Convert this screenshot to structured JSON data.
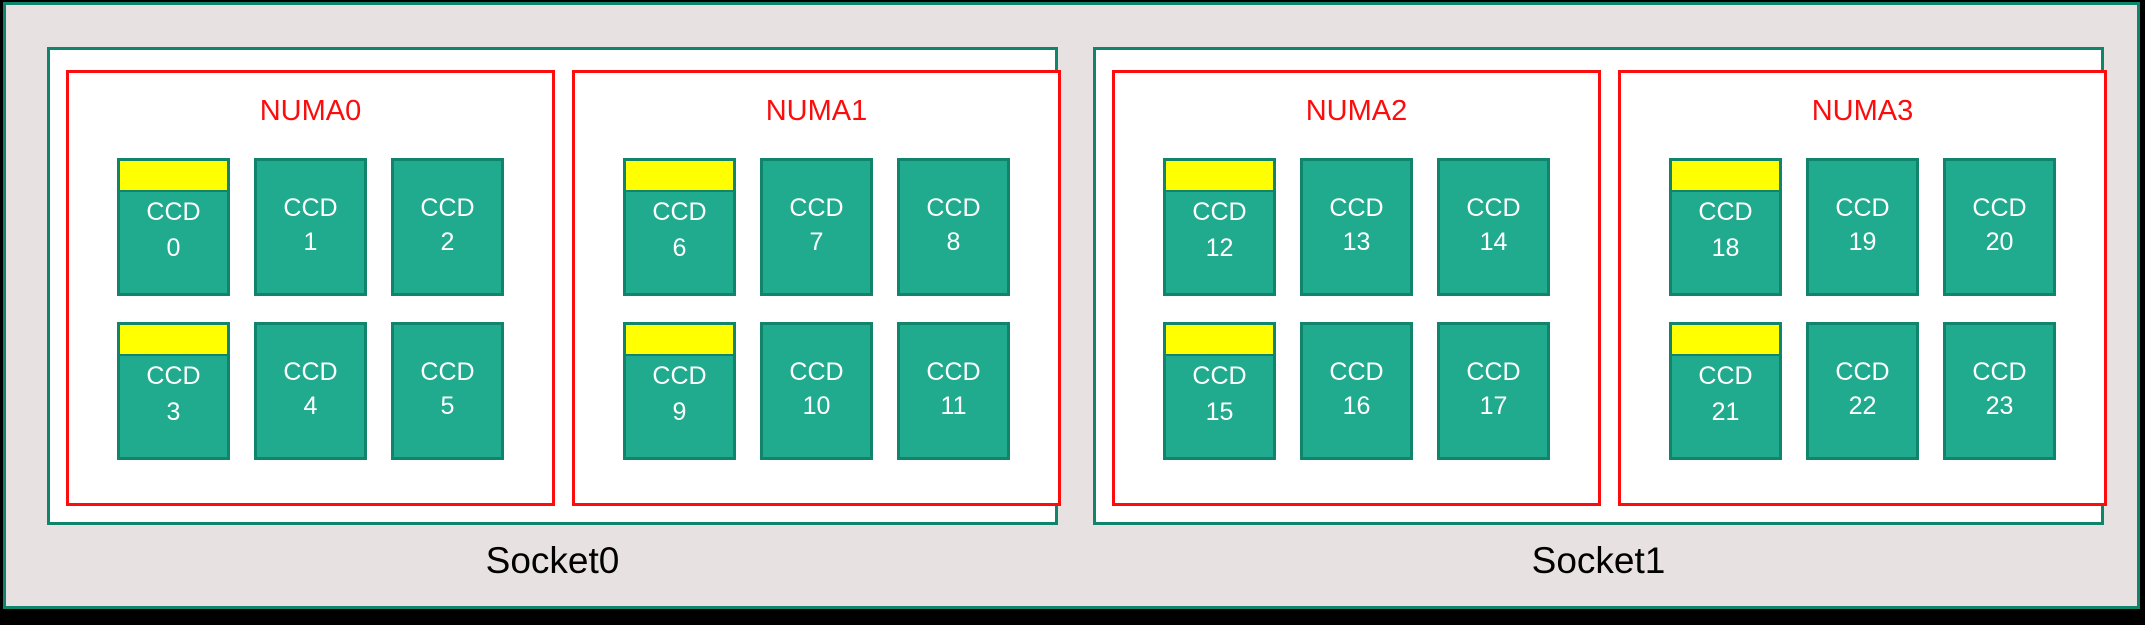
{
  "colors": {
    "canvas": "#e7e2e1",
    "frame_border": "#11856c",
    "socket_border": "#11856c",
    "numa_border": "#fc0d0d",
    "ccd_fill": "#21ab8e",
    "ccd_border": "#11856c",
    "ccd_highlight": "#ffff00",
    "ccd_text": "#ffffff",
    "numa_label": "#fc0d0d",
    "socket_label": "#000000",
    "page_background": "#000000"
  },
  "sockets": [
    {
      "label": "Socket0",
      "numa_nodes": [
        {
          "label": "NUMA0",
          "rows": [
            [
              {
                "name": "CCD",
                "id": "0",
                "highlighted": true
              },
              {
                "name": "CCD",
                "id": "1",
                "highlighted": false
              },
              {
                "name": "CCD",
                "id": "2",
                "highlighted": false
              }
            ],
            [
              {
                "name": "CCD",
                "id": "3",
                "highlighted": true
              },
              {
                "name": "CCD",
                "id": "4",
                "highlighted": false
              },
              {
                "name": "CCD",
                "id": "5",
                "highlighted": false
              }
            ]
          ]
        },
        {
          "label": "NUMA1",
          "rows": [
            [
              {
                "name": "CCD",
                "id": "6",
                "highlighted": true
              },
              {
                "name": "CCD",
                "id": "7",
                "highlighted": false
              },
              {
                "name": "CCD",
                "id": "8",
                "highlighted": false
              }
            ],
            [
              {
                "name": "CCD",
                "id": "9",
                "highlighted": true
              },
              {
                "name": "CCD",
                "id": "10",
                "highlighted": false
              },
              {
                "name": "CCD",
                "id": "11",
                "highlighted": false
              }
            ]
          ]
        }
      ]
    },
    {
      "label": "Socket1",
      "numa_nodes": [
        {
          "label": "NUMA2",
          "rows": [
            [
              {
                "name": "CCD",
                "id": "12",
                "highlighted": true
              },
              {
                "name": "CCD",
                "id": "13",
                "highlighted": false
              },
              {
                "name": "CCD",
                "id": "14",
                "highlighted": false
              }
            ],
            [
              {
                "name": "CCD",
                "id": "15",
                "highlighted": true
              },
              {
                "name": "CCD",
                "id": "16",
                "highlighted": false
              },
              {
                "name": "CCD",
                "id": "17",
                "highlighted": false
              }
            ]
          ]
        },
        {
          "label": "NUMA3",
          "rows": [
            [
              {
                "name": "CCD",
                "id": "18",
                "highlighted": true
              },
              {
                "name": "CCD",
                "id": "19",
                "highlighted": false
              },
              {
                "name": "CCD",
                "id": "20",
                "highlighted": false
              }
            ],
            [
              {
                "name": "CCD",
                "id": "21",
                "highlighted": true
              },
              {
                "name": "CCD",
                "id": "22",
                "highlighted": false
              },
              {
                "name": "CCD",
                "id": "23",
                "highlighted": false
              }
            ]
          ]
        }
      ]
    }
  ]
}
